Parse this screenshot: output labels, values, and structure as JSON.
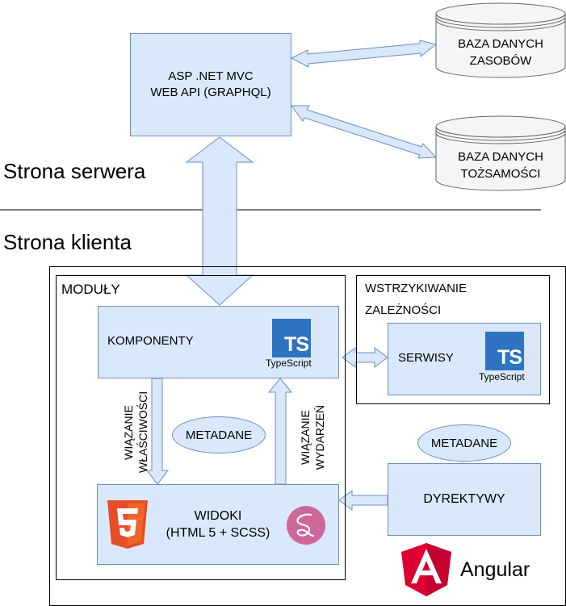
{
  "labels": {
    "server_side": "Strona serwera",
    "client_side": "Strona klienta"
  },
  "server": {
    "line1": "ASP .NET MVC",
    "line2": "WEB API (GRAPHQL)"
  },
  "databases": [
    {
      "line1": "BAZA DANYCH",
      "line2": "ZASOBÓW"
    },
    {
      "line1": "BAZA DANYCH",
      "line2": "TOŻSAMOŚCI"
    }
  ],
  "modules_label": "MODUŁY",
  "di_label": {
    "line1": "WSTRZYKIWANIE",
    "line2": "ZALEŻNOŚCI"
  },
  "components": {
    "label": "KOMPONENTY",
    "ts_badge": "TS",
    "ts_caption": "TypeScript"
  },
  "services": {
    "label": "SERWISY",
    "ts_badge": "TS",
    "ts_caption": "TypeScript"
  },
  "views": {
    "line1": "WIDOKI",
    "line2": "(HTML 5 + SCSS)"
  },
  "directives": {
    "label": "DYREKTYWY"
  },
  "metadata": [
    "METADANE",
    "METADANE"
  ],
  "property_binding": {
    "line1": "WIĄZANIE",
    "line2": "WŁAŚCIWOŚCI"
  },
  "event_binding": {
    "line1": "WIĄZANIE",
    "line2": "WYDARZEŃ"
  },
  "angular_label": "Angular",
  "icons": [
    "html5-icon",
    "sass-icon",
    "angular-icon",
    "typescript-icon"
  ],
  "colors": {
    "box_fill": "#dae8fc",
    "box_stroke": "#6c8ebf",
    "db_fill": "#f5f5f5",
    "db_stroke": "#666666",
    "typescript": "#2f74c0",
    "html5": "#e44d26",
    "sass": "#cd6799",
    "angular": "#dd0031"
  }
}
